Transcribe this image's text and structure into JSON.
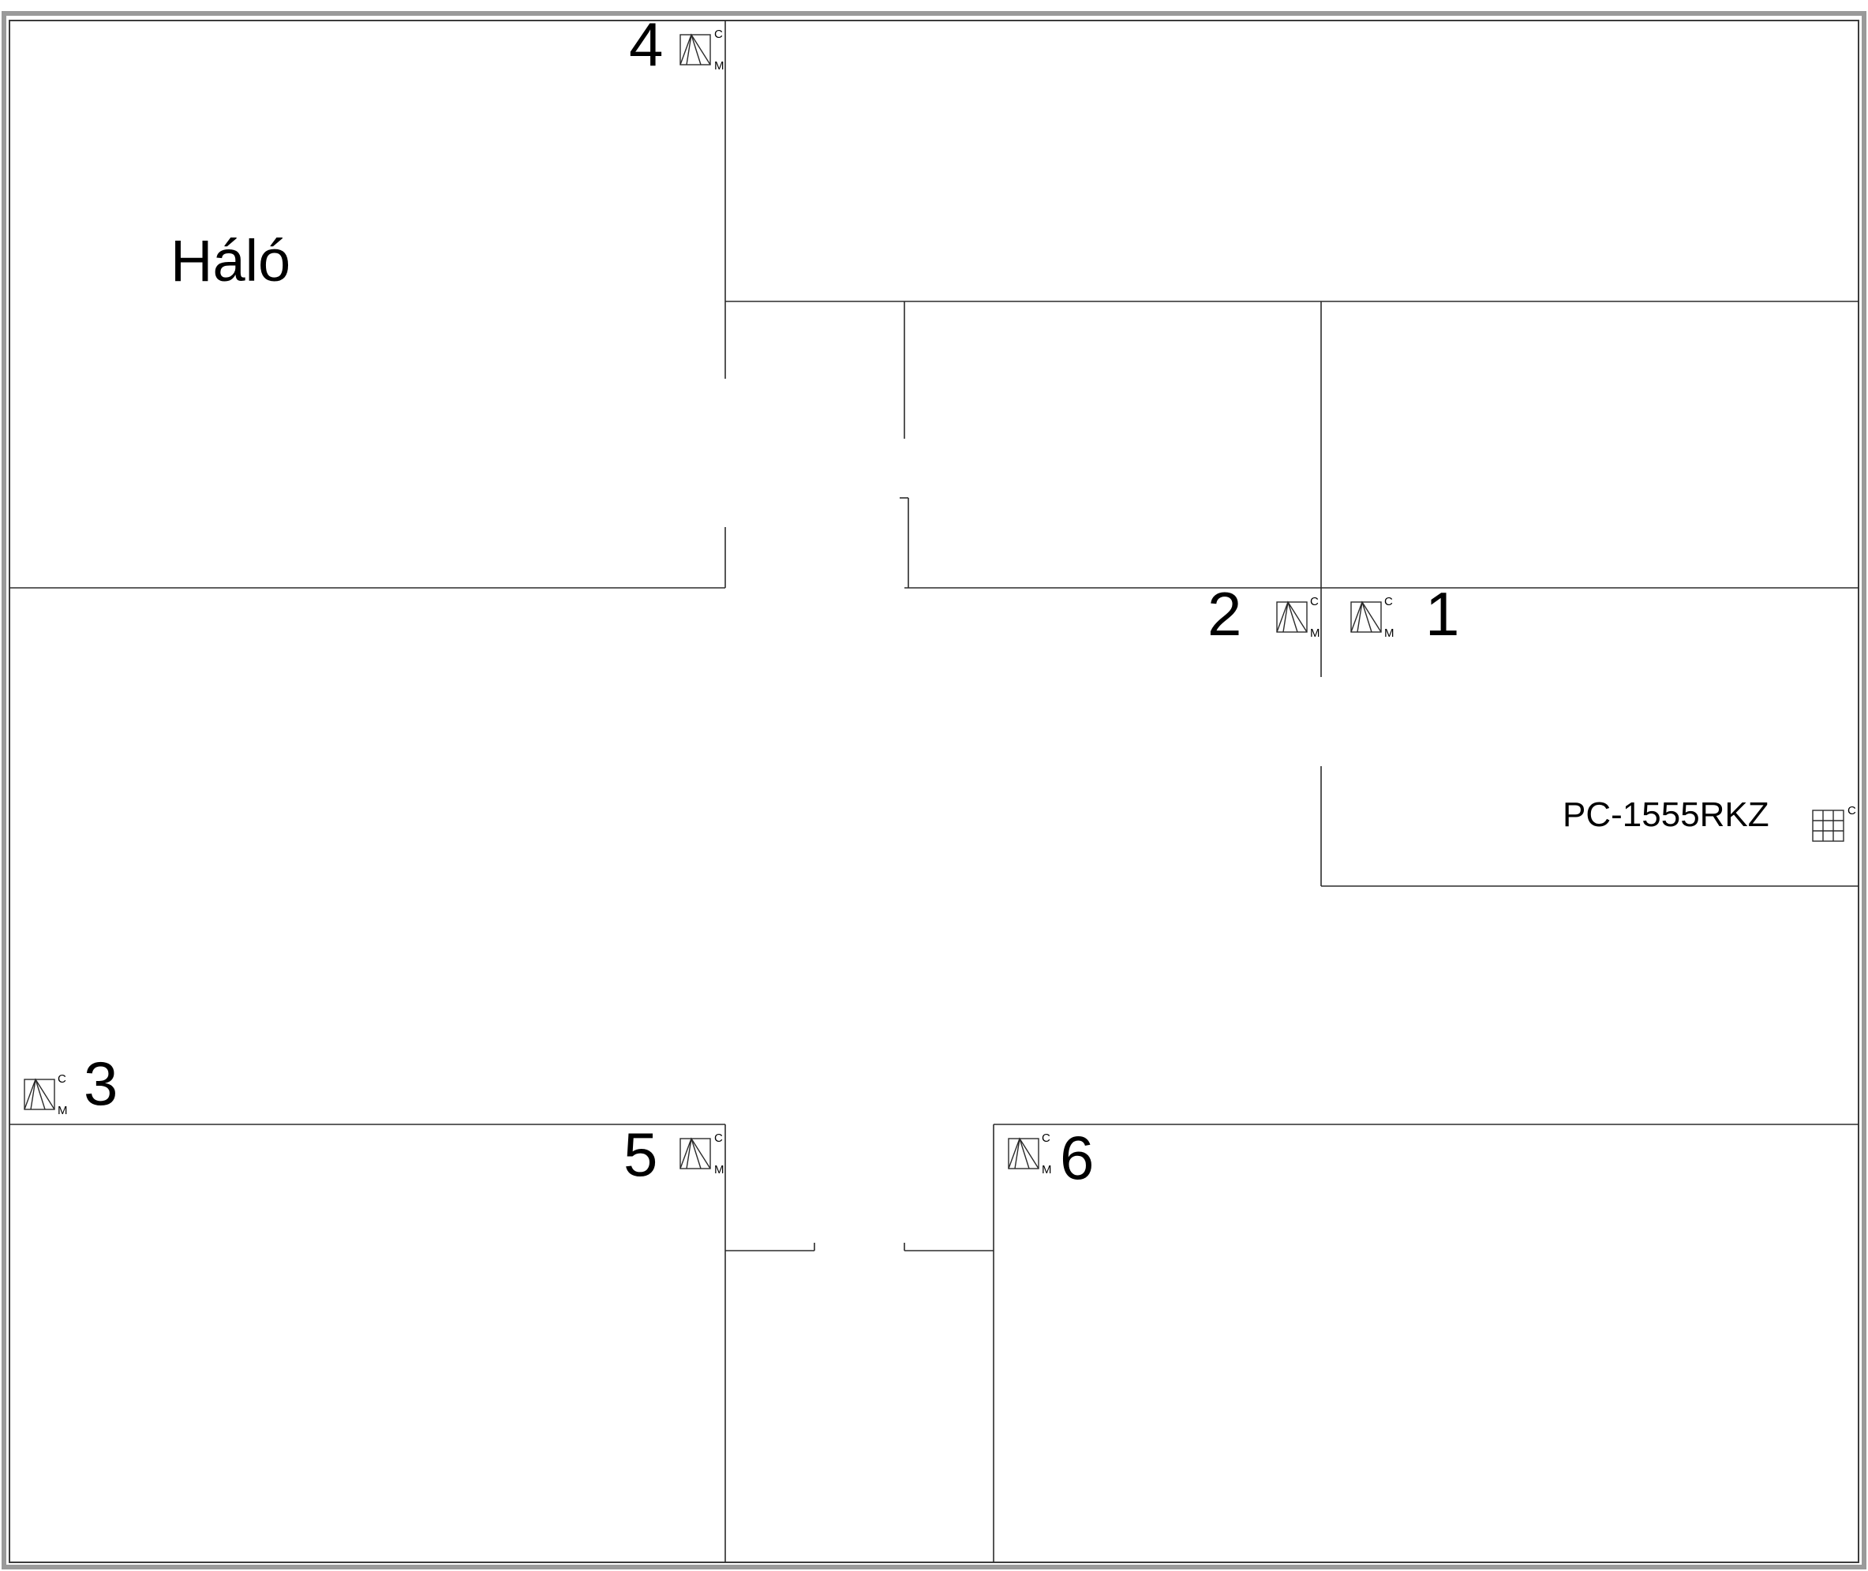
{
  "plan": {
    "room_label": "Háló",
    "control_panel": {
      "label": "PC-1555RKZ",
      "icon": "keypad-icon",
      "corner_letter": "C"
    },
    "detectors": [
      {
        "number": "1",
        "icon": "motion-detector-icon",
        "top_letter": "C",
        "bottom_letter": "M"
      },
      {
        "number": "2",
        "icon": "motion-detector-icon",
        "top_letter": "C",
        "bottom_letter": "M"
      },
      {
        "number": "3",
        "icon": "motion-detector-icon",
        "top_letter": "C",
        "bottom_letter": "M"
      },
      {
        "number": "4",
        "icon": "motion-detector-icon",
        "top_letter": "C",
        "bottom_letter": "M"
      },
      {
        "number": "5",
        "icon": "motion-detector-icon",
        "top_letter": "C",
        "bottom_letter": "M"
      },
      {
        "number": "6",
        "icon": "motion-detector-icon",
        "top_letter": "C",
        "bottom_letter": "M"
      }
    ]
  }
}
